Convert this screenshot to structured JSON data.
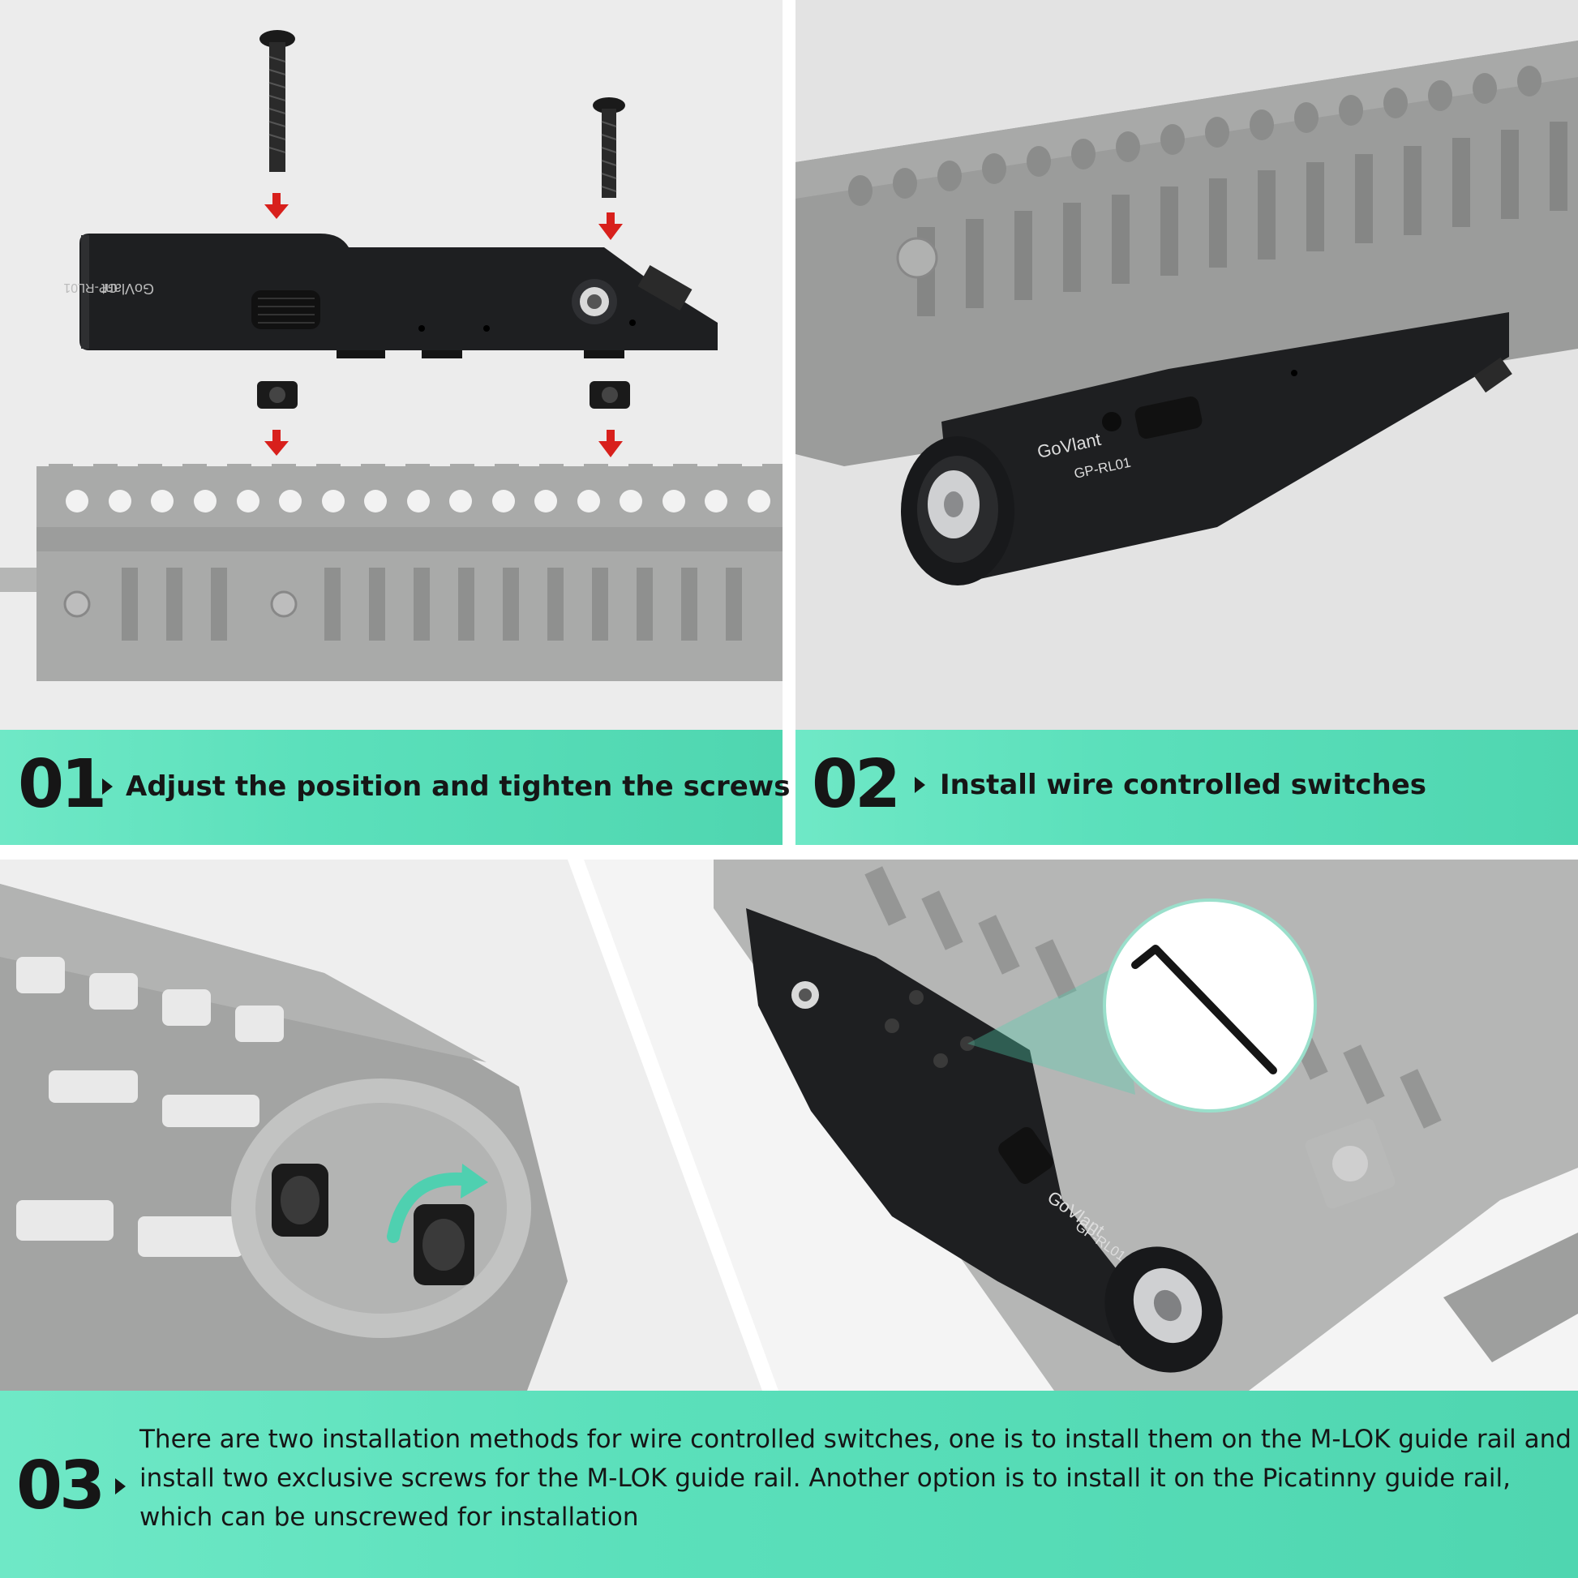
{
  "colors": {
    "band_gradient_start": "#6fe8c6",
    "band_gradient_end": "#4fd6b0",
    "text": "#161616",
    "arrow_red": "#d8201c",
    "rail_gray": "#a9aaa9",
    "device_black": "#1e1f21",
    "rotate_arrow_teal": "#4fd0b0"
  },
  "icons": [
    "screw-icon",
    "down-arrow-icon",
    "rotate-arrow-icon",
    "hex-key-icon",
    "play-triangle-icon"
  ],
  "device": {
    "brand": "GoVlant",
    "model": "GP-RL01"
  },
  "steps": [
    {
      "number": "01",
      "caption": "Adjust the position and tighten the screws"
    },
    {
      "number": "02",
      "caption": "Install wire controlled switches"
    },
    {
      "number": "03",
      "text_lines": [
        "There are two installation methods for wire controlled switches, one is to install them on the M-LOK guide rail and",
        "install two exclusive screws for the M-LOK guide rail. Another option is to install it on the Picatinny guide rail,",
        "which can be unscrewed for installation"
      ]
    }
  ]
}
